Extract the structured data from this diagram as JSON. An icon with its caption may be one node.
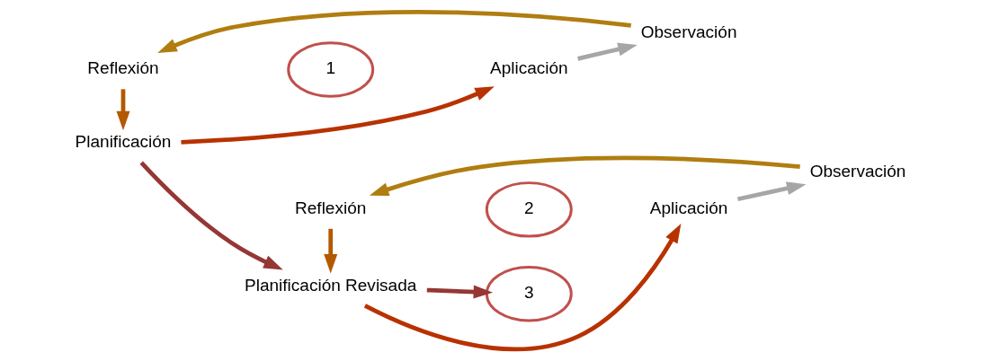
{
  "diagram": {
    "nodes": [
      {
        "text": [
          "Planificación"
        ]
      },
      {
        "text": [
          "Aplicación"
        ]
      },
      {
        "text": [
          "Observación"
        ]
      },
      {
        "text": [
          "Reflexión"
        ]
      },
      {
        "text": [
          "1"
        ]
      },
      {
        "text": [
          "Planificación Revisada"
        ]
      },
      {
        "text": [
          "Aplicación"
        ]
      },
      {
        "text": [
          "Observación"
        ]
      },
      {
        "text": [
          "Reflexión"
        ]
      },
      {
        "text": [
          "2"
        ]
      },
      {
        "text": [
          "3"
        ]
      }
    ],
    "edges": [
      {
        "from": 0,
        "to": 1,
        "arrow": "to",
        "color": "#b83200"
      },
      {
        "from": 1,
        "to": 2,
        "arrow": "to",
        "color": "#a6a6a6"
      },
      {
        "from": 2,
        "to": 3,
        "arrow": "to",
        "color": "#b07d10"
      },
      {
        "from": 3,
        "to": 0,
        "arrow": "to",
        "color": "#b35900"
      },
      {
        "from": 0,
        "to": 5,
        "arrow": "to",
        "color": "#953735"
      },
      {
        "from": 5,
        "to": 6,
        "arrow": "to",
        "color": "#b83200"
      },
      {
        "from": 6,
        "to": 7,
        "arrow": "to",
        "color": "#a6a6a6"
      },
      {
        "from": 7,
        "to": 8,
        "arrow": "to",
        "color": "#b07d10"
      },
      {
        "from": 8,
        "to": 5,
        "arrow": "to",
        "color": "#b35900"
      },
      {
        "from": 5,
        "to": 10,
        "arrow": "to",
        "color": "#953735"
      }
    ]
  }
}
